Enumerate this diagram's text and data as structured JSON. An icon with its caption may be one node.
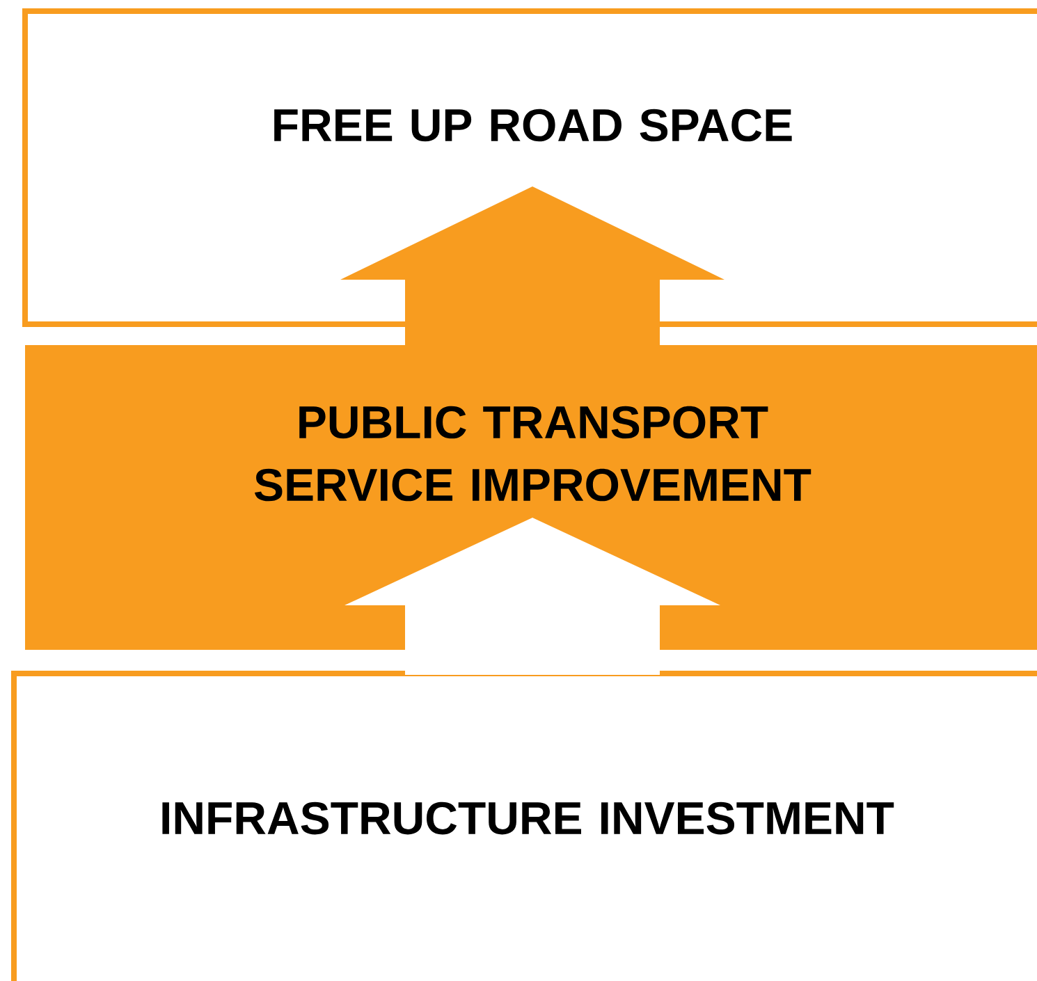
{
  "diagram": {
    "nodes": [
      {
        "text": [
          "FREE UP ROAD SPACE"
        ]
      },
      {
        "text": [
          "PUBLIC TRANSPORT SERVICE IMPROVEMENT"
        ]
      },
      {
        "text": [
          "INFRASTRUCTURE INVESTMENT"
        ]
      }
    ],
    "edges": [
      {
        "from": 2,
        "to": 1,
        "arrow": "to",
        "color": "#ffffff"
      },
      {
        "from": 1,
        "to": 0,
        "arrow": "to",
        "color": "#f89c1f"
      }
    ]
  }
}
